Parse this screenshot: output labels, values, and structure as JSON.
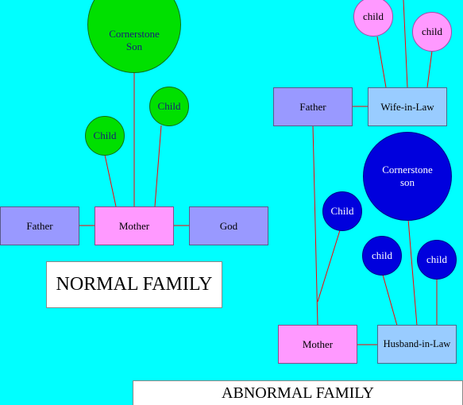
{
  "normal": {
    "title": "NORMAL FAMILY",
    "cornerstone": "Cornerstone\nSon",
    "child_left": "Child",
    "child_right": "Child",
    "father": "Father",
    "mother": "Mother",
    "god": "God"
  },
  "abnormal": {
    "title": "ABNORMAL FAMILY",
    "father": "Father",
    "wife_in_law": "Wife-in-Law",
    "top_child_1": "child",
    "top_child_2": "child",
    "cornerstone": "Cornerstone\nson",
    "child_upper": "Child",
    "child_mid": "child",
    "child_right": "child",
    "mother": "Mother",
    "husband_in_law": "Husband-in-Law"
  }
}
